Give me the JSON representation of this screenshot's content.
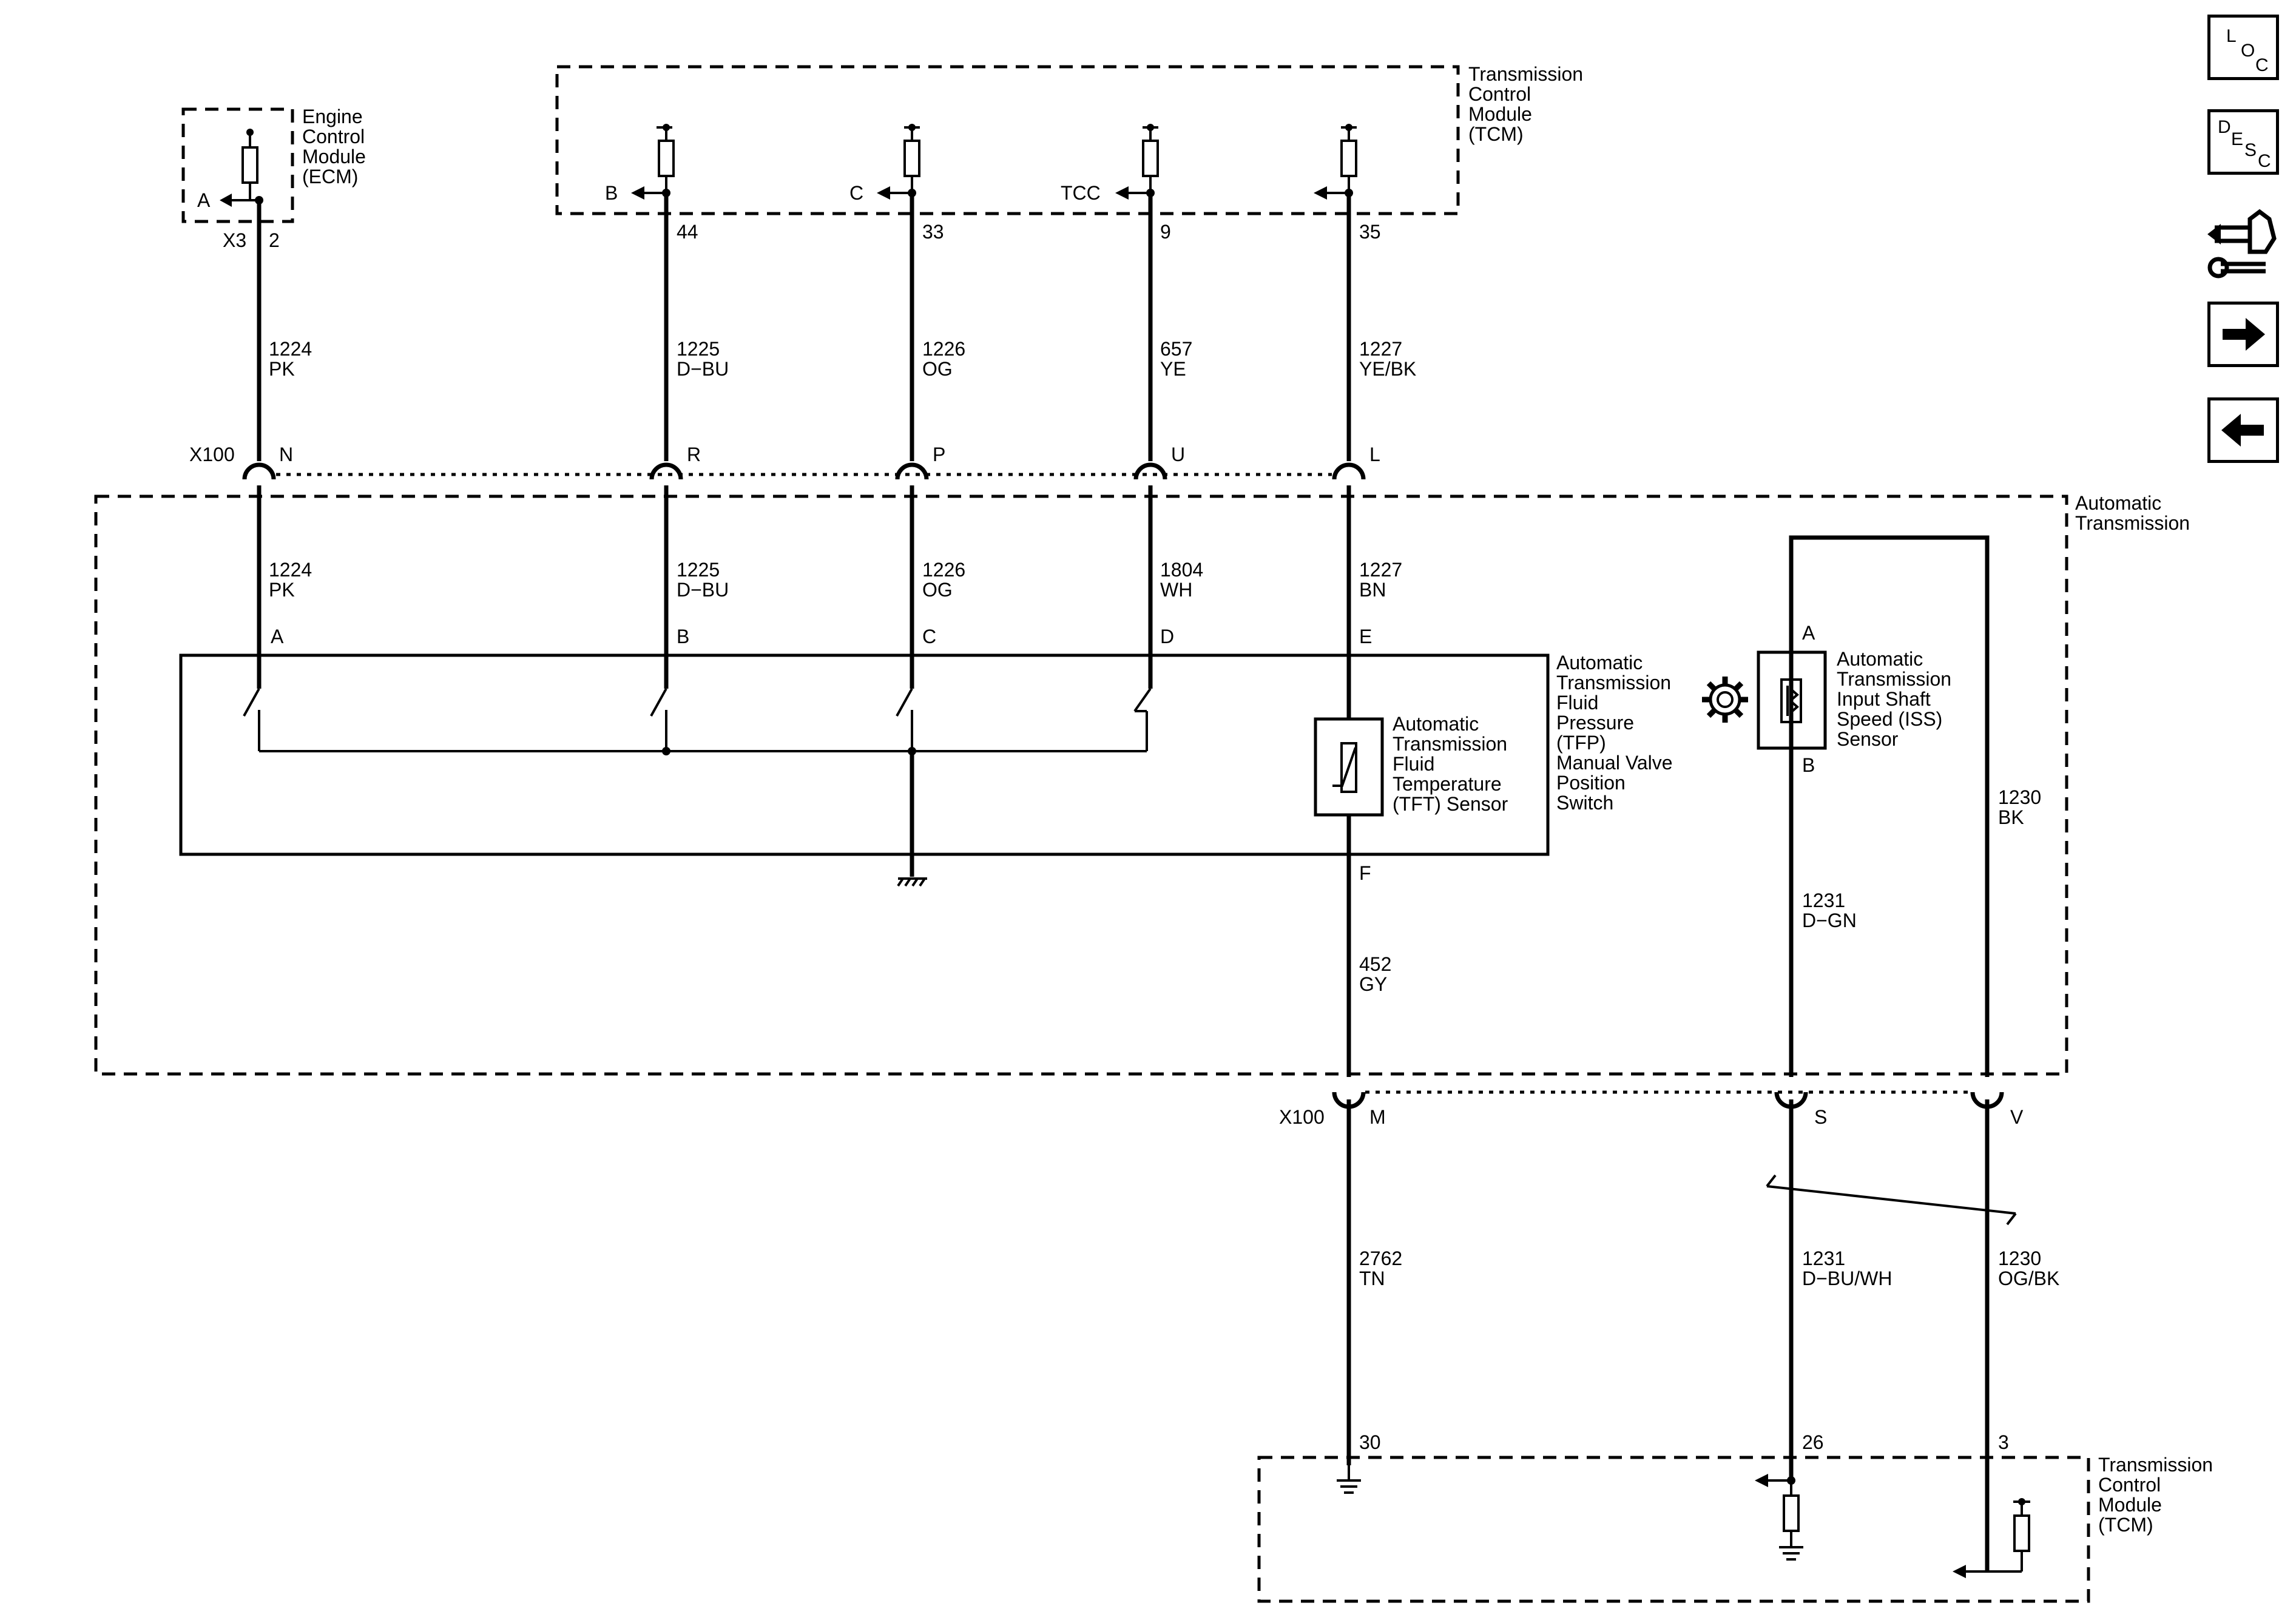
{
  "ecm": {
    "title": [
      "Engine",
      "Control",
      "Module",
      "(ECM)"
    ],
    "conn_label": "X3",
    "pin": "2",
    "signal": "A"
  },
  "tcm_top": {
    "title": [
      "Transmission",
      "Control",
      "Module",
      "(TCM)"
    ],
    "columns": [
      {
        "signal": "B",
        "pin": "44"
      },
      {
        "signal": "C",
        "pin": "33"
      },
      {
        "signal": "TCC",
        "pin": "9"
      },
      {
        "signal": "",
        "pin": "35"
      }
    ]
  },
  "wires_upper": [
    {
      "circuit": "1224",
      "color": "PK"
    },
    {
      "circuit": "1225",
      "color": "D−BU"
    },
    {
      "circuit": "1226",
      "color": "OG"
    },
    {
      "circuit": "657",
      "color": "YE"
    },
    {
      "circuit": "1227",
      "color": "YE/BK"
    }
  ],
  "x100_top": {
    "label": "X100",
    "pins": [
      "N",
      "R",
      "P",
      "U",
      "L"
    ]
  },
  "auto_trans": {
    "title": [
      "Automatic",
      "Transmission"
    ]
  },
  "wires_lower": [
    {
      "circuit": "1224",
      "color": "PK"
    },
    {
      "circuit": "1225",
      "color": "D−BU"
    },
    {
      "circuit": "1226",
      "color": "OG"
    },
    {
      "circuit": "1804",
      "color": "WH"
    },
    {
      "circuit": "1227",
      "color": "BN"
    }
  ],
  "tfp_switch": {
    "pins": [
      "A",
      "B",
      "C",
      "D",
      "E",
      "F"
    ],
    "title": [
      "Automatic",
      "Transmission",
      "Fluid",
      "Pressure",
      "(TFP)",
      "Manual Valve",
      "Position",
      "Switch"
    ]
  },
  "tft_sensor": {
    "title": [
      "Automatic",
      "Transmission",
      "Fluid",
      "Temperature",
      "(TFT) Sensor"
    ]
  },
  "iss_sensor": {
    "title": [
      "Automatic",
      "Transmission",
      "Input Shaft",
      "Speed (ISS)",
      "Sensor"
    ],
    "pin_a": "A",
    "pin_b": "B"
  },
  "wires_inner": [
    {
      "circuit": "452",
      "color": "GY"
    },
    {
      "circuit": "1231",
      "color": "D−GN"
    },
    {
      "circuit": "1230",
      "color": "BK"
    }
  ],
  "x100_bottom": {
    "label": "X100",
    "pins": [
      "M",
      "S",
      "V"
    ]
  },
  "wires_bottom": [
    {
      "circuit": "2762",
      "color": "TN"
    },
    {
      "circuit": "1231",
      "color": "D−BU/WH"
    },
    {
      "circuit": "1230",
      "color": "OG/BK"
    }
  ],
  "tcm_bottom": {
    "title": [
      "Transmission",
      "Control",
      "Module",
      "(TCM)"
    ],
    "pins": [
      "30",
      "26",
      "3"
    ]
  },
  "nav": {
    "loc": [
      "L",
      "O",
      "C"
    ],
    "desc": [
      "D",
      "E",
      "S",
      "C"
    ],
    "forward_icon": "arrow-right-icon",
    "back_icon": "arrow-left-icon",
    "tools_icon": "wrench-connector-icon"
  }
}
